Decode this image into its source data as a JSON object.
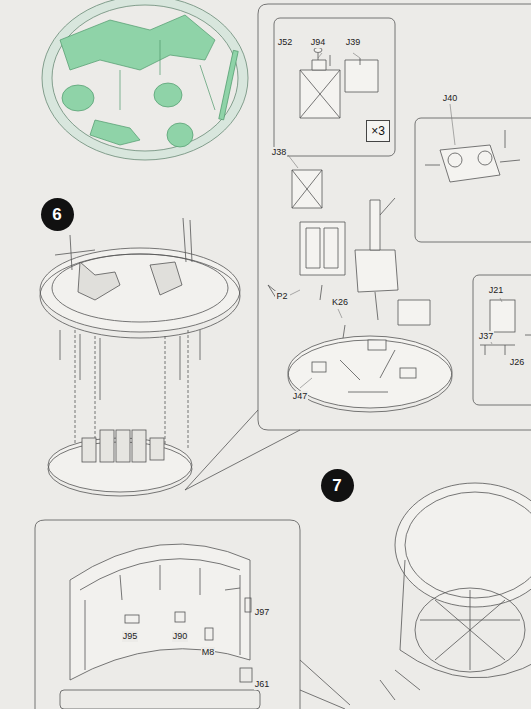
{
  "diagram": {
    "nodes": [
      {
        "text": [
          "6"
        ]
      },
      {
        "text": [
          "×3"
        ]
      },
      {
        "text": [
          "7"
        ]
      }
    ],
    "labels": [
      "J52",
      "J94",
      "J39",
      "J38",
      "J40",
      "P2",
      "K26",
      "J47",
      "J21",
      "J37",
      "J26",
      "J95",
      "J90",
      "M8",
      "J97",
      "J61"
    ]
  }
}
